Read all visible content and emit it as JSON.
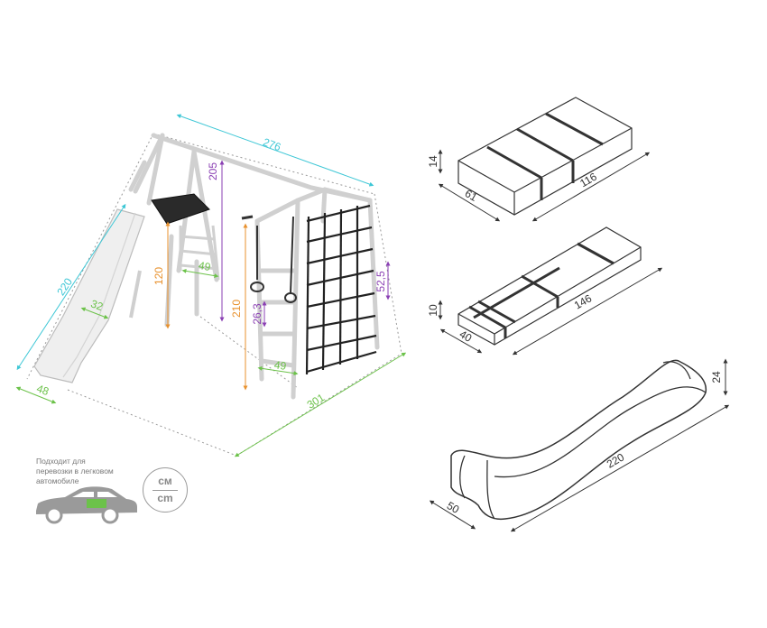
{
  "colors": {
    "cyan": "#3ec7d6",
    "green": "#6cc24a",
    "purple": "#8a3fb3",
    "orange": "#e8912d",
    "outline": "#333333",
    "frame": "#cfcfcf",
    "dark": "#2a2a2a"
  },
  "swing_set": {
    "dims": {
      "overall_width": "276",
      "overall_length": "301",
      "slide_length": "220",
      "slide_width": "32",
      "slide_base": "48",
      "beam_height": "205",
      "platform_height": "120",
      "platform_step": "49",
      "rings_height": "210",
      "rings_drop": "26,3",
      "net_height": "52,5",
      "net_width": "49"
    }
  },
  "transport_note": {
    "line1": "Подходит для",
    "line2": "перевозки в легковом",
    "line3": "автомобиле",
    "car_icon": "car-icon"
  },
  "units_badge": {
    "top": "см",
    "bottom": "cm"
  },
  "packages": [
    {
      "name": "box-1",
      "height": "14",
      "depth": "61",
      "length": "116"
    },
    {
      "name": "box-2",
      "height": "10",
      "depth": "40",
      "length": "146"
    }
  ],
  "slide_part": {
    "height": "24",
    "width": "50",
    "length": "220"
  }
}
